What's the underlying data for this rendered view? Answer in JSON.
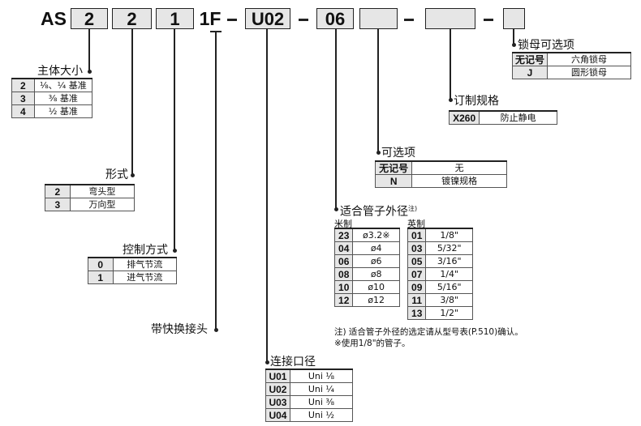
{
  "model": {
    "prefix": "AS",
    "body_size": "2",
    "type": "2",
    "control": "1",
    "fixed": "1F",
    "port": "U02",
    "tube": "06",
    "option": "",
    "custom": "",
    "nut": ""
  },
  "body_size": {
    "title": "主体大小",
    "rows": [
      [
        "2",
        "⅛、¼ 基准"
      ],
      [
        "3",
        "⅜ 基准"
      ],
      [
        "4",
        "½ 基准"
      ]
    ]
  },
  "type": {
    "title": "形式",
    "rows": [
      [
        "2",
        "弯头型"
      ],
      [
        "3",
        "万向型"
      ]
    ]
  },
  "control": {
    "title": "控制方式",
    "rows": [
      [
        "0",
        "排气节流"
      ],
      [
        "1",
        "进气节流"
      ]
    ]
  },
  "fitting": {
    "title": "带快换接头"
  },
  "port": {
    "title": "连接口径",
    "rows": [
      [
        "U01",
        "Uni ⅛"
      ],
      [
        "U02",
        "Uni ¼"
      ],
      [
        "U03",
        "Uni ⅜"
      ],
      [
        "U04",
        "Uni ½"
      ]
    ]
  },
  "tube": {
    "title": "适合管子外径",
    "title_note": "注)",
    "metric_label": "米制",
    "inch_label": "英制",
    "metric": [
      [
        "23",
        "ø3.2※"
      ],
      [
        "04",
        "ø4"
      ],
      [
        "06",
        "ø6"
      ],
      [
        "08",
        "ø8"
      ],
      [
        "10",
        "ø10"
      ],
      [
        "12",
        "ø12"
      ]
    ],
    "inch": [
      [
        "01",
        "1/8\""
      ],
      [
        "03",
        "5/32\""
      ],
      [
        "05",
        "3/16\""
      ],
      [
        "07",
        "1/4\""
      ],
      [
        "09",
        "5/16\""
      ],
      [
        "11",
        "3/8\""
      ],
      [
        "13",
        "1/2\""
      ]
    ],
    "note1": "注) 适合管子外径的选定请从型号表(P.510)确认。",
    "note2": "※使用1/8\"的管子。"
  },
  "option": {
    "title": "可选项",
    "rows": [
      [
        "无记号",
        "无"
      ],
      [
        "N",
        "镀镍规格"
      ]
    ]
  },
  "custom": {
    "title": "订制规格",
    "rows": [
      [
        "X260",
        "防止静电"
      ]
    ]
  },
  "nut": {
    "title": "锁母可选项",
    "rows": [
      [
        "无记号",
        "六角锁母"
      ],
      [
        "J",
        "圆形锁母"
      ]
    ]
  }
}
